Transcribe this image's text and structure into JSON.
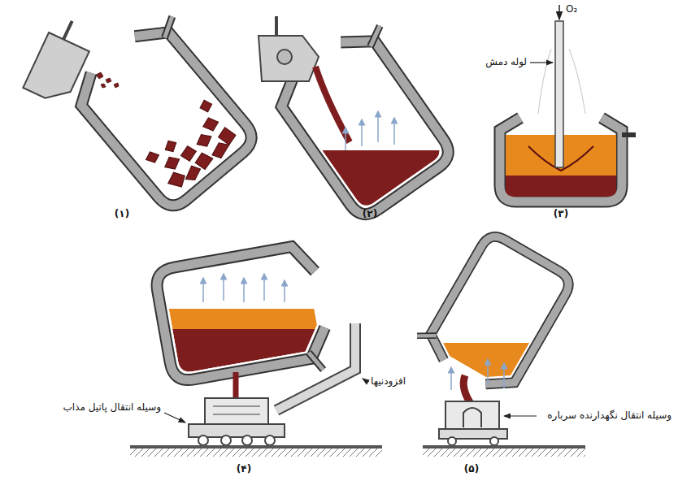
{
  "diagram": {
    "labels": [
      "O₂",
      "لوله دمش",
      "(۱)",
      "(۲)",
      "(۳)",
      "افزودنیها",
      "وسیله انتقال پاتیل مذاب",
      "وسیله انتقال نگهدارنده سرباره",
      "(۴)",
      "(۵)"
    ]
  }
}
